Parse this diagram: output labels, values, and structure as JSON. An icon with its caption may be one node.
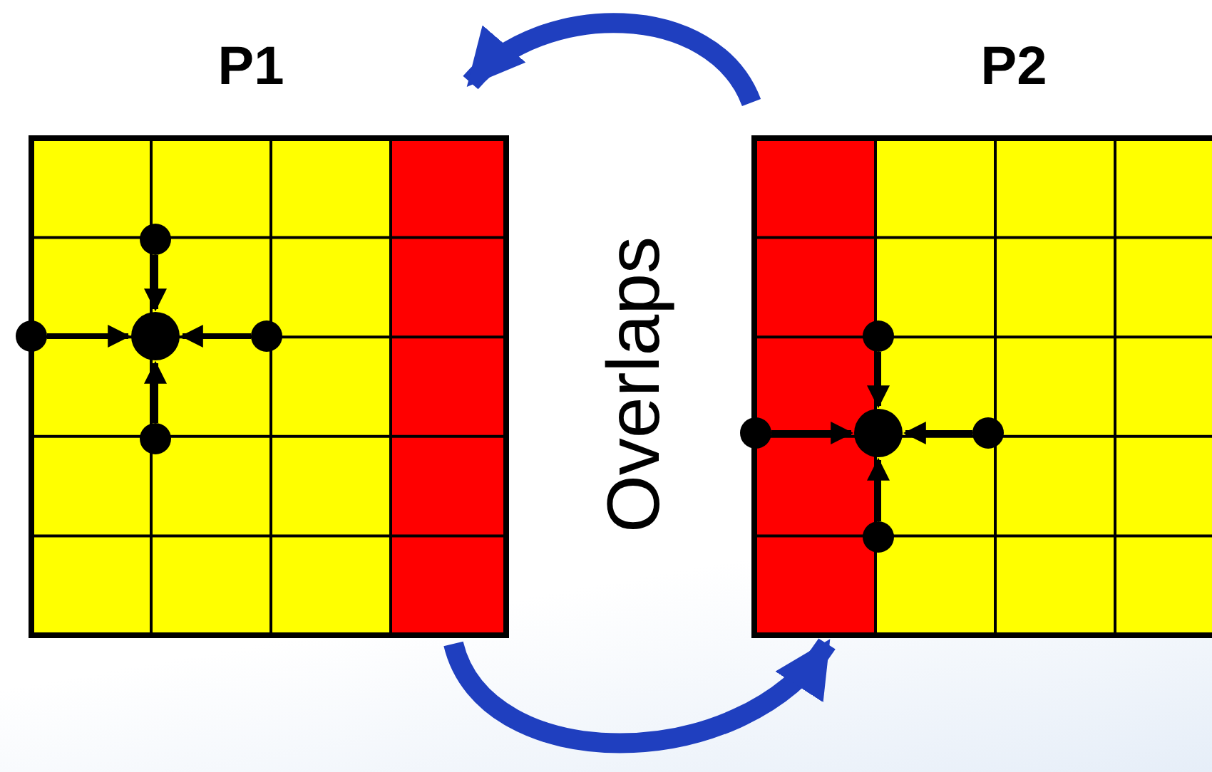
{
  "diagram": {
    "nodes": [
      {
        "text": [
          "P1"
        ]
      },
      {
        "text": [],
        "shape": "circle",
        "in": 0
      },
      {
        "text": [],
        "shape": "circle",
        "in": 0
      },
      {
        "text": [],
        "shape": "circle",
        "in": 0
      },
      {
        "text": [],
        "shape": "circle",
        "in": 0
      },
      {
        "text": [],
        "shape": "circle",
        "in": 0
      },
      {
        "text": [
          "P2"
        ]
      },
      {
        "text": [],
        "shape": "circle",
        "in": 6
      },
      {
        "text": [],
        "shape": "circle",
        "in": 6
      },
      {
        "text": [],
        "shape": "circle",
        "in": 6
      },
      {
        "text": [],
        "shape": "circle",
        "in": 6
      },
      {
        "text": [],
        "shape": "circle",
        "in": 6
      }
    ],
    "edges": [
      {
        "from": 1,
        "to": 3,
        "arrow": "to"
      },
      {
        "from": 2,
        "to": 3,
        "arrow": "to"
      },
      {
        "from": 4,
        "to": 3,
        "arrow": "to"
      },
      {
        "from": 5,
        "to": 3,
        "arrow": "to"
      },
      {
        "from": 7,
        "to": 9,
        "arrow": "to"
      },
      {
        "from": 8,
        "to": 9,
        "arrow": "to"
      },
      {
        "from": 10,
        "to": 9,
        "arrow": "to"
      },
      {
        "from": 11,
        "to": 9,
        "arrow": "to"
      },
      {
        "from": 6,
        "to": 0,
        "arrow": "to",
        "style": "thick",
        "color": "#1f3fbf"
      },
      {
        "from": 0,
        "to": 6,
        "arrow": "to",
        "style": "thick",
        "color": "#1f3fbf"
      }
    ],
    "labels": [
      "Overlaps"
    ]
  }
}
